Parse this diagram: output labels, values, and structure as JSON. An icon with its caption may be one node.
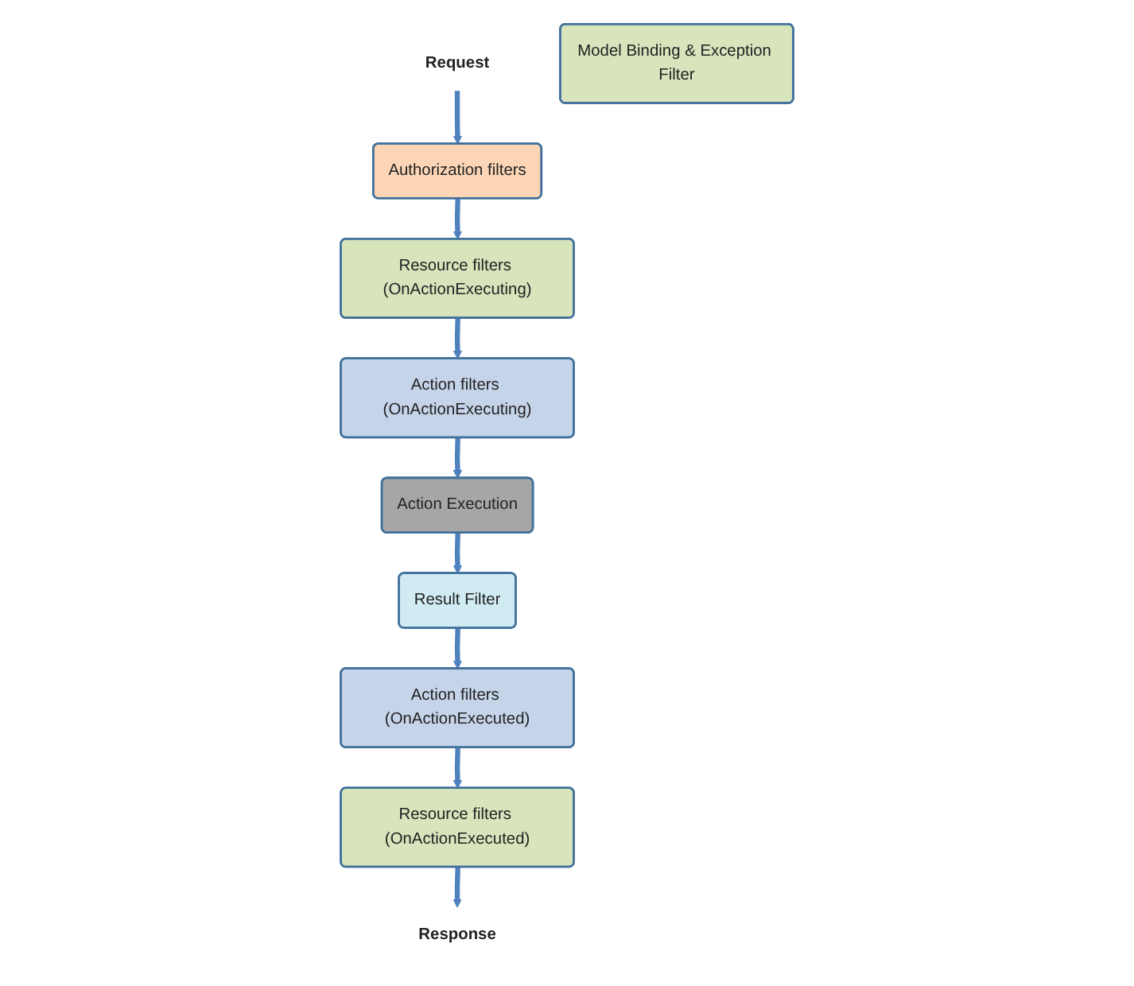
{
  "diagram": {
    "nodes": [
      {
        "text": [
          "Request"
        ]
      },
      {
        "text": [
          "Authorization filters"
        ]
      },
      {
        "text": [
          "Resource filters (OnActionExecuting)"
        ]
      },
      {
        "text": [
          "Action filters (OnActionExecuting)"
        ]
      },
      {
        "text": [
          "Action Execution"
        ]
      },
      {
        "text": [
          "Result Filter"
        ]
      },
      {
        "text": [
          "Action filters (OnActionExecuted)"
        ]
      },
      {
        "text": [
          "Resource filters (OnActionExecuted)"
        ]
      },
      {
        "text": [
          "Response"
        ]
      },
      {
        "text": [
          "Model Binding & Exception Filter"
        ]
      }
    ],
    "edges": [
      {
        "from": 0,
        "to": 1,
        "arrow": "to"
      },
      {
        "from": 1,
        "to": 2,
        "arrow": "to"
      },
      {
        "from": 2,
        "to": 3,
        "arrow": "to"
      },
      {
        "from": 3,
        "to": 4,
        "arrow": "to"
      },
      {
        "from": 4,
        "to": 5,
        "arrow": "to"
      },
      {
        "from": 5,
        "to": 6,
        "arrow": "to"
      },
      {
        "from": 6,
        "to": 7,
        "arrow": "to"
      },
      {
        "from": 7,
        "to": 8,
        "arrow": "to"
      }
    ]
  }
}
